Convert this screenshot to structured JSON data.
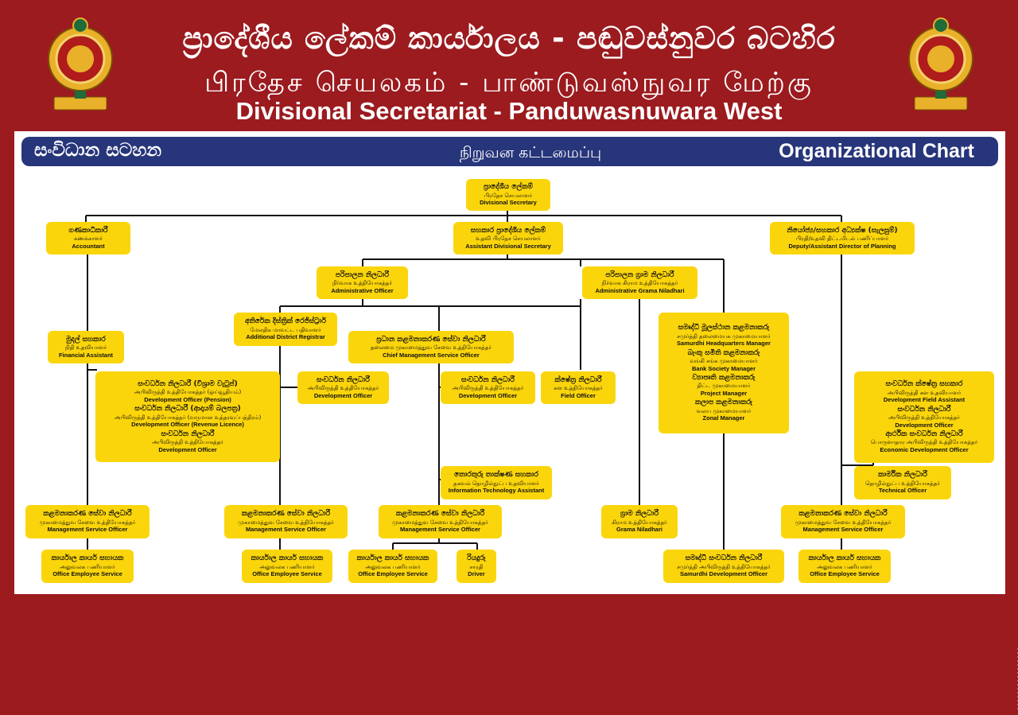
{
  "header": {
    "title_si": "ප්‍රාදේශීය ලේකම් කාර්යාලය - පඬුවස්නුවර බටහිර",
    "title_ta": "பிரதேச செயலகம் - பாண்டுவஸ்நுவர மேற்கு",
    "title_en": "Divisional Secretariat - Panduwasnuwara West"
  },
  "banner": {
    "si": "සංවිධාන සටහන",
    "ta": "நிறுவன கட்டமைப்பு",
    "en": "Organizational Chart"
  },
  "colors": {
    "background": "#9b1b1f",
    "banner": "#27357a",
    "node": "#fbd50b",
    "line": "#111111"
  },
  "emblem_icon": "sri-lanka-emblem-icon",
  "nodes": [
    {
      "id": "ds",
      "items": [
        {
          "si": "ප්‍රාදේශීය ලේකම්",
          "ta": "பிரதேச செயலாளர்",
          "en": "Divisional Secretary"
        }
      ]
    },
    {
      "id": "accountant",
      "items": [
        {
          "si": "ගණකාධිකාරී",
          "ta": "கணக்காளர்",
          "en": "Accountant"
        }
      ]
    },
    {
      "id": "ads",
      "items": [
        {
          "si": "සහකාර ප්‍රාදේශීය ලේකම්",
          "ta": "உதவி பிரதேச செயலாளர்",
          "en": "Assistant Divisional Secretary"
        }
      ]
    },
    {
      "id": "planning",
      "items": [
        {
          "si": "නියෝජ්‍ය/සහකාර අධ්‍යක්ෂ (සැලසුම්)",
          "ta": "பிரதி/உதவி திட்டமிடல் பணிப்பாளர்",
          "en": "Deputy/Assistant Director of Planning"
        }
      ]
    },
    {
      "id": "admin_officer",
      "items": [
        {
          "si": "පරිපාලන නිලධාරී",
          "ta": "நிர்வாக உத்தியோகத்தர்",
          "en": "Administrative Officer"
        }
      ]
    },
    {
      "id": "admin_gn",
      "items": [
        {
          "si": "පරිපාලන ග්‍රාම නිලධාරී",
          "ta": "நிர்வாக கிராம உத்தியோகத்தர்",
          "en": "Administrative Grama Niladhari"
        }
      ]
    },
    {
      "id": "add_registrar",
      "items": [
        {
          "si": "අතිරේක දිස්ත්‍රික් රෙජිස්ට්‍රාර්",
          "ta": "மேலதிக மாவட்ட பதிவாளர்",
          "en": "Additional District Registrar"
        }
      ]
    },
    {
      "id": "cmso",
      "items": [
        {
          "si": "ප්‍රධාන කළමනාකරණ සේවා නිලධාරී",
          "ta": "தலைமை முகாமைத்துவ சேவை உத்தியோகத்தர்",
          "en": "Chief Management Service Officer"
        }
      ]
    },
    {
      "id": "samurdhi",
      "items": [
        {
          "si": "සමෘද්ධි මූලස්ථාන කළමනාකරු",
          "ta": "சமுர்த்தி தலைமையக முகாமையாளர்",
          "en": "Samurdhi Headquarters Manager"
        },
        {
          "si": "බැංකු සමිති කළමනාකරු",
          "ta": "வங்கி சங்க முகாமையாளர்",
          "en": "Bank Society Manager"
        },
        {
          "si": "ව්‍යාපෘති කළමනාකරු",
          "ta": "திட்ட முகாமையாளர்",
          "en": "Project Manager"
        },
        {
          "si": "කලාප කළමනාකරු",
          "ta": "வலய முகாமையாளர்",
          "en": "Zonal Manager"
        }
      ]
    },
    {
      "id": "fin_asst",
      "items": [
        {
          "si": "මුදල් සහකාර",
          "ta": "நிதி உதவியாளர்",
          "en": "Financial Assistant"
        }
      ]
    },
    {
      "id": "dev_group",
      "items": [
        {
          "si": "සංවර්ධන නිලධාරී (විශ්‍රාම වැටුප්)",
          "ta": "அபிவிருத்தி உத்தியோகத்தர் (ஓய்வூதியம்)",
          "en": "Development Officer (Pension)"
        },
        {
          "si": "සංවර්ධන නිලධාරී (ආදායම් බලපත්‍ර)",
          "ta": "அபிவிருத்தி உத்தியோகத்தர் (வருமான உத்தரவுப்பத்திரம்)",
          "en": "Development Officer (Revenue Licence)"
        },
        {
          "si": "සංවර්ධන නිලධාරී",
          "ta": "அபிவிருத்தி உத்தியோகத்தர்",
          "en": "Development Officer"
        }
      ]
    },
    {
      "id": "dev_officer_a",
      "items": [
        {
          "si": "සංවර්ධන නිලධාරී",
          "ta": "அபிவிருத்தி உத்தியோகத்தர்",
          "en": "Development Officer"
        }
      ]
    },
    {
      "id": "dev_officer_b",
      "items": [
        {
          "si": "සංවර්ධන නිලධාරී",
          "ta": "அபிவிருத்தி உத்தியோகத்தர்",
          "en": "Development Officer"
        }
      ]
    },
    {
      "id": "field_officer",
      "items": [
        {
          "si": "ක්ෂේත්‍ර නිලධාරී",
          "ta": "கள உத்தியோகத்தர்",
          "en": "Field Officer"
        }
      ]
    },
    {
      "id": "right_group",
      "items": [
        {
          "si": "සංවර්ධන ක්ෂේත්‍ර සහකාර",
          "ta": "அபிவிருத்தி கள உதவியாளர்",
          "en": "Development Field Assistant"
        },
        {
          "si": "සංවර්ධන නිලධාරී",
          "ta": "அபிவிருத்தி உத்தியோகத்தர்",
          "en": "Development Officer"
        },
        {
          "si": "ආර්ථික සංවර්ධන නිලධාරී",
          "ta": "பொருளாதார அபிவிருத்தி உத்தியோகத்தர்",
          "en": "Economic Development Officer"
        }
      ]
    },
    {
      "id": "it_asst",
      "items": [
        {
          "si": "තොරතුරු තාක්ෂණ සහකාර",
          "ta": "தகவல் தொழில்நுட்ப உதவியாளர்",
          "en": "Information Technology Assistant"
        }
      ]
    },
    {
      "id": "tech_officer",
      "items": [
        {
          "si": "කාර්මික නිලධාරී",
          "ta": "தொழில்நுட்ப உத்தியோகத்தர்",
          "en": "Technical Officer"
        }
      ]
    },
    {
      "id": "mso_1",
      "items": [
        {
          "si": "කළමනාකරණ සේවා නිලධාරී",
          "ta": "முகாமைத்துவ சேவை உத்தியோகத்தர்",
          "en": "Management Service Officer"
        }
      ]
    },
    {
      "id": "mso_2",
      "items": [
        {
          "si": "කළමනාකරණ සේවා නිලධාරී",
          "ta": "முகாமைத்துவ சேவை உத்தியோகத்தர்",
          "en": "Management Service Officer"
        }
      ]
    },
    {
      "id": "mso_3",
      "items": [
        {
          "si": "කළමනාකරණ සේවා නිලධාරී",
          "ta": "முகாமைத்துவ சேவை உத்தியோகத்தர்",
          "en": "Management Service Officer"
        }
      ]
    },
    {
      "id": "grama_niladhari",
      "items": [
        {
          "si": "ග්‍රාම නිලධාරී",
          "ta": "கிராம உத்தியோகத்தர்",
          "en": "Grama Niladhari"
        }
      ]
    },
    {
      "id": "mso_4",
      "items": [
        {
          "si": "කළමනාකරණ සේවා නිලධාරී",
          "ta": "முகாமைத்துவ சேவை உத்தியோகத்தர்",
          "en": "Management Service Officer"
        }
      ]
    },
    {
      "id": "oes_1",
      "items": [
        {
          "si": "කාර්යාල කාර්ය සහායක",
          "ta": "அலுவலக பணியாளர்",
          "en": "Office Employee Service"
        }
      ]
    },
    {
      "id": "oes_2",
      "items": [
        {
          "si": "කාර්යාල කාර්ය සහායක",
          "ta": "அலுவலக பணியாளர்",
          "en": "Office Employee Service"
        }
      ]
    },
    {
      "id": "oes_3",
      "items": [
        {
          "si": "කාර්යාල කාර්ය සහායක",
          "ta": "அலுவலக பணியாளர்",
          "en": "Office Employee Service"
        }
      ]
    },
    {
      "id": "driver",
      "items": [
        {
          "si": "රියදුරු",
          "ta": "சாரதி",
          "en": "Driver"
        }
      ]
    },
    {
      "id": "samurdhi_dev",
      "items": [
        {
          "si": "සමෘද්ධි සංවර්ධන නිලධාරී",
          "ta": "சமுர்த்தி அபிவிருத்தி உத்தியோகத்தர்",
          "en": "Samurdhi Development Officer"
        }
      ]
    },
    {
      "id": "oes_4",
      "items": [
        {
          "si": "කාර්යාල කාර්ය සහායක",
          "ta": "அலுவலக பணியாளர்",
          "en": "Office Employee Service"
        }
      ]
    }
  ]
}
